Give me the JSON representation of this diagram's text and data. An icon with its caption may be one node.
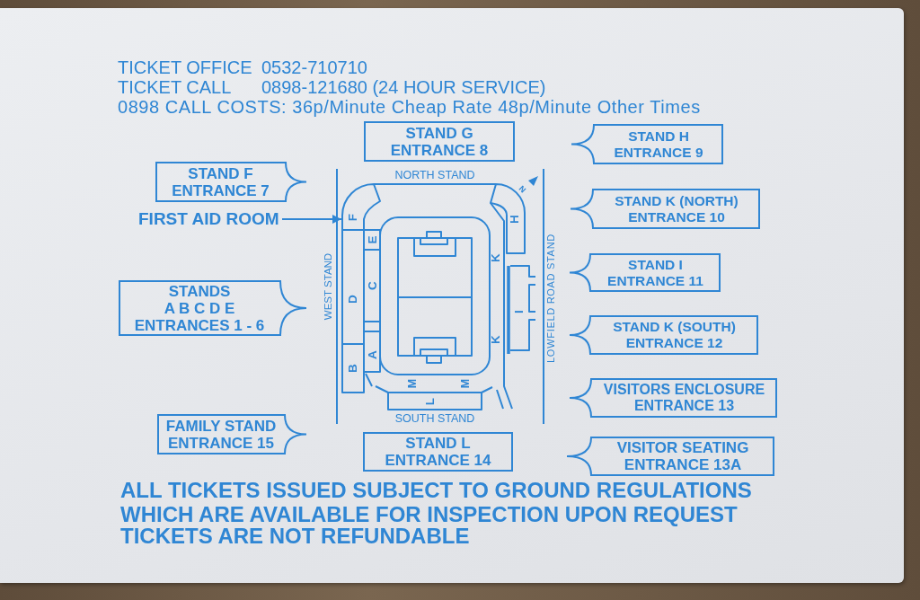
{
  "diagram": {
    "nodes": [
      {
        "text": [
          "STAND G",
          "ENTRANCE 8"
        ]
      },
      {
        "text": [
          "STAND H",
          "ENTRANCE 9"
        ]
      },
      {
        "text": [
          "STAND F",
          "ENTRANCE 7"
        ]
      },
      {
        "text": [
          "FIRST AID ROOM"
        ]
      },
      {
        "text": [
          "F"
        ]
      },
      {
        "text": [
          "STAND K (NORTH)",
          "ENTRANCE 10"
        ]
      },
      {
        "text": [
          "STAND I",
          "ENTRANCE 11"
        ]
      },
      {
        "text": [
          "STANDS",
          "A B C D E",
          "ENTRANCES 1 - 6"
        ]
      },
      {
        "text": [
          "STAND K (SOUTH)",
          "ENTRANCE 12"
        ]
      },
      {
        "text": [
          "VISITORS ENCLOSURE",
          "ENTRANCE 13"
        ]
      },
      {
        "text": [
          "FAMILY STAND",
          "ENTRANCE 15"
        ]
      },
      {
        "text": [
          "STAND L",
          "ENTRANCE 14"
        ]
      },
      {
        "text": [
          "VISITOR SEATING",
          "ENTRANCE 13A"
        ]
      }
    ],
    "edges": [
      {
        "from": 3,
        "to": 4,
        "arrow": "to"
      }
    ],
    "labels": [
      "TICKET OFFICE",
      "0532-710710",
      "TICKET CALL",
      "0898-121680 (24 HOUR SERVICE)",
      "0898 CALL COSTS: 36p/Minute Cheap Rate 48p/Minute Other Times",
      "NORTH STAND",
      "N",
      "H",
      "E",
      "K",
      "WEST STAND",
      "C",
      "D",
      "LOWFIELD ROAD STAND",
      "I",
      "K",
      "A",
      "B",
      "M",
      "M",
      "L",
      "SOUTH STAND",
      "ALL TICKETS ISSUED SUBJECT TO GROUND REGULATIONS WHICH ARE AVAILABLE FOR INSPECTION UPON REQUEST",
      "TICKETS ARE NOT REFUNDABLE"
    ]
  }
}
